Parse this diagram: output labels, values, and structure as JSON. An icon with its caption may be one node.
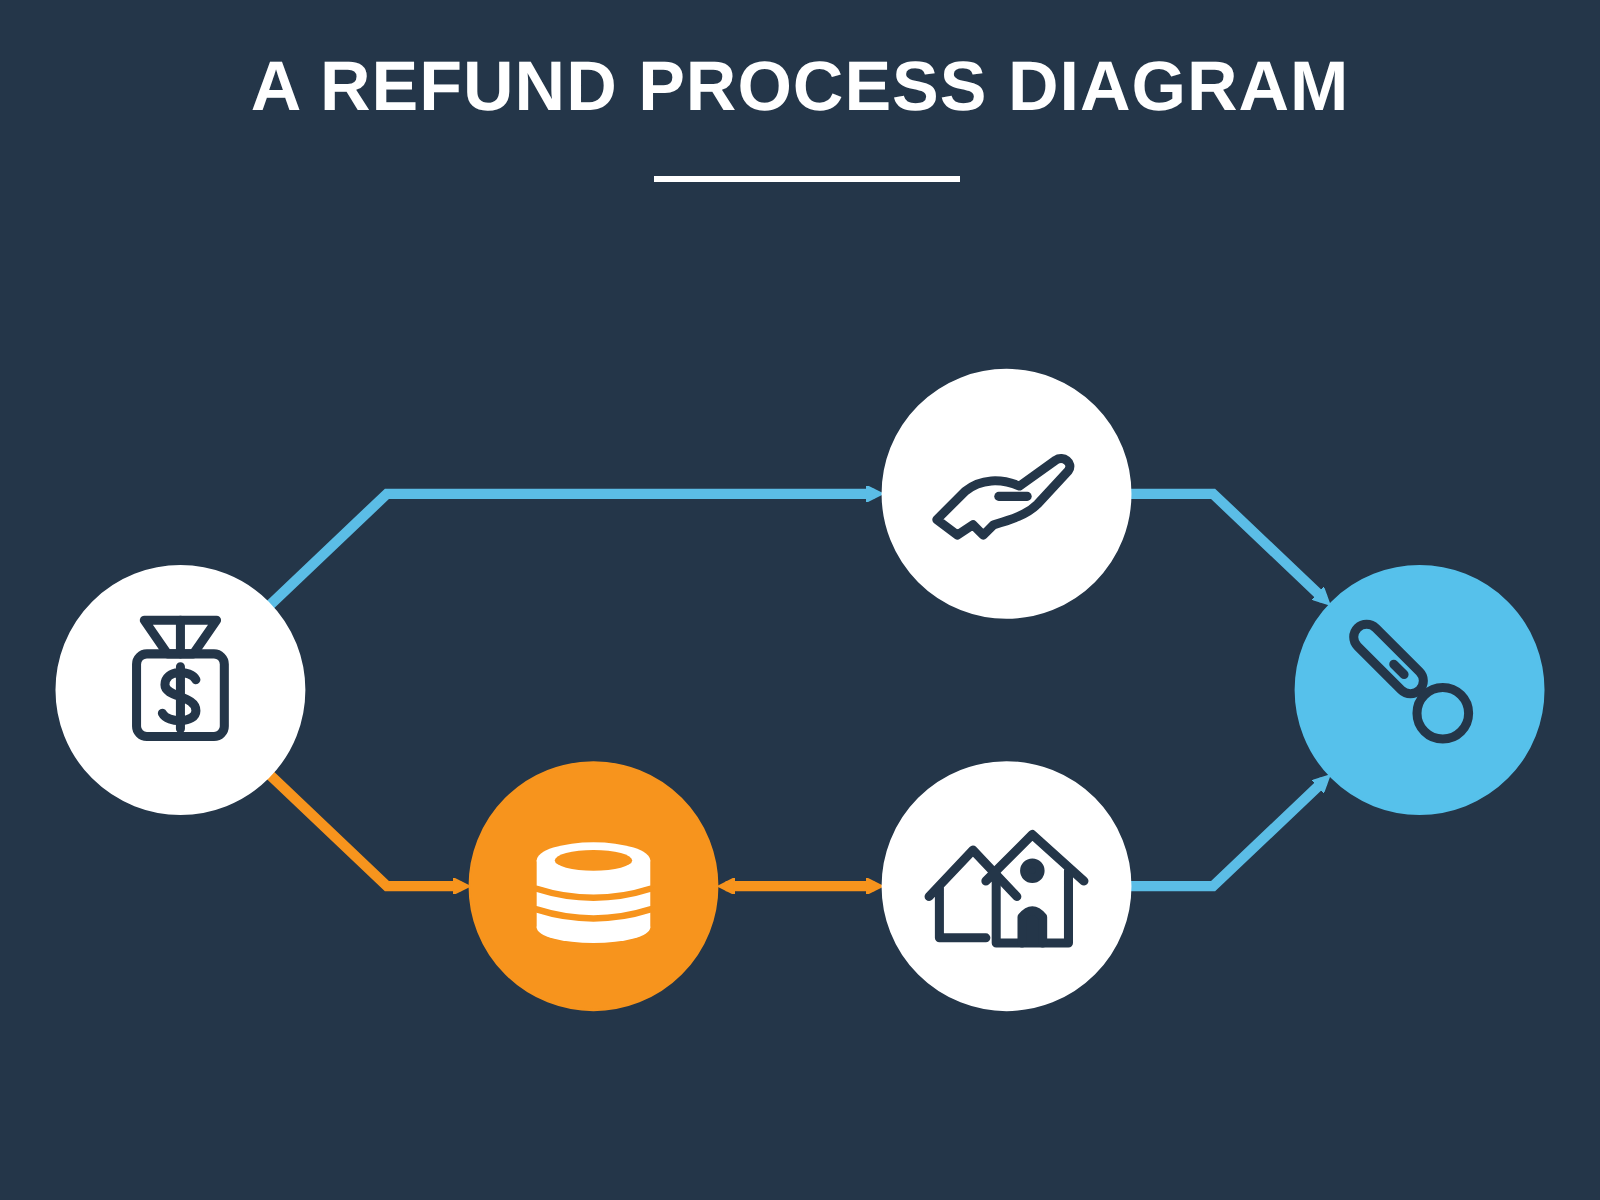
{
  "diagram": {
    "title": "A REFUND PROCESS DIAGRAM",
    "nodes": [
      {
        "text": [],
        "shape": "circle"
      },
      {
        "text": [],
        "shape": "circle"
      },
      {
        "text": [],
        "shape": "circle"
      },
      {
        "text": [],
        "shape": "circle"
      },
      {
        "text": [],
        "shape": "circle"
      }
    ],
    "edges": [
      {
        "from": 0,
        "to": 1,
        "arrow": "to"
      },
      {
        "from": 1,
        "to": 2,
        "arrow": "to"
      },
      {
        "from": 0,
        "to": 3,
        "arrow": "to",
        "color": "#f7941d"
      },
      {
        "from": 3,
        "to": 4,
        "arrow": "both",
        "color": "#f7941d"
      },
      {
        "from": 4,
        "to": 2,
        "arrow": "to"
      }
    ]
  }
}
